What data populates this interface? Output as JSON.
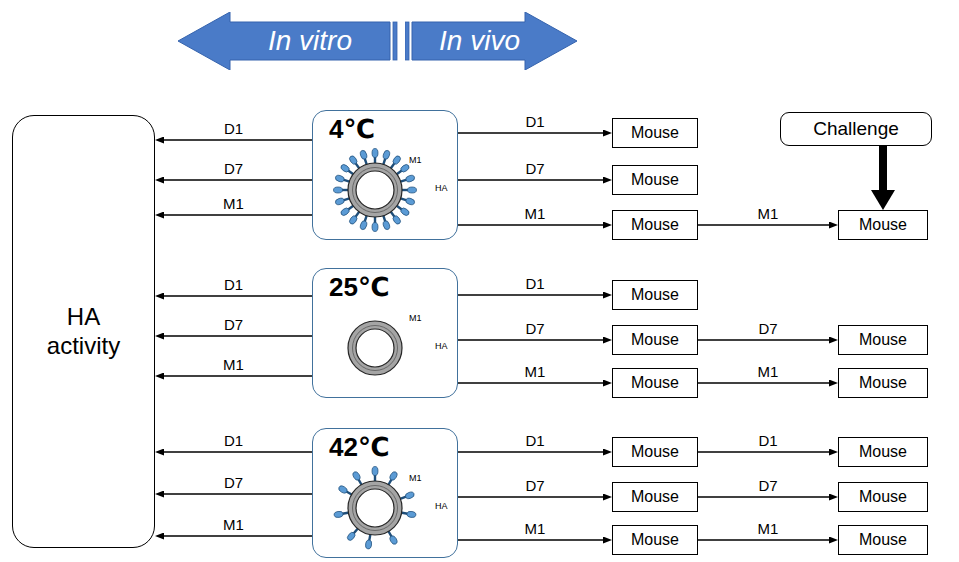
{
  "diagram": {
    "nodes": [
      {
        "text": [
          "In vitro"
        ]
      },
      {
        "text": [
          "In vivo"
        ]
      },
      {
        "text": [
          "HA activity"
        ]
      },
      {
        "text": [
          "4℃",
          "M1",
          "HA"
        ]
      },
      {
        "text": [
          "Mouse"
        ]
      },
      {
        "text": [
          "Mouse"
        ]
      },
      {
        "text": [
          "Mouse"
        ]
      },
      {
        "text": [
          "Challenge"
        ]
      },
      {
        "text": [
          "Mouse"
        ]
      },
      {
        "text": [
          "25℃",
          "M1",
          "HA"
        ]
      },
      {
        "text": [
          "Mouse"
        ]
      },
      {
        "text": [
          "Mouse"
        ]
      },
      {
        "text": [
          "Mouse"
        ]
      },
      {
        "text": [
          "Mouse"
        ]
      },
      {
        "text": [
          "Mouse"
        ]
      },
      {
        "text": [
          "42℃",
          "M1",
          "HA"
        ]
      },
      {
        "text": [
          "Mouse"
        ]
      },
      {
        "text": [
          "Mouse"
        ]
      },
      {
        "text": [
          "Mouse"
        ]
      },
      {
        "text": [
          "Mouse"
        ]
      },
      {
        "text": [
          "Mouse"
        ]
      },
      {
        "text": [
          "Mouse"
        ]
      }
    ],
    "edges": [
      {
        "from": 3,
        "to": 2,
        "label": "D1",
        "arrow": "to"
      },
      {
        "from": 3,
        "to": 2,
        "label": "D7",
        "arrow": "to"
      },
      {
        "from": 3,
        "to": 2,
        "label": "M1",
        "arrow": "to"
      },
      {
        "from": 3,
        "to": 4,
        "label": "D1",
        "arrow": "to"
      },
      {
        "from": 3,
        "to": 5,
        "label": "D7",
        "arrow": "to"
      },
      {
        "from": 3,
        "to": 6,
        "label": "M1",
        "arrow": "to"
      },
      {
        "from": 6,
        "to": 8,
        "label": "M1",
        "arrow": "to"
      },
      {
        "from": 7,
        "to": 8,
        "arrow": "to"
      },
      {
        "from": 9,
        "to": 2,
        "label": "D1",
        "arrow": "to"
      },
      {
        "from": 9,
        "to": 2,
        "label": "D7",
        "arrow": "to"
      },
      {
        "from": 9,
        "to": 2,
        "label": "M1",
        "arrow": "to"
      },
      {
        "from": 9,
        "to": 10,
        "label": "D1",
        "arrow": "to"
      },
      {
        "from": 9,
        "to": 11,
        "label": "D7",
        "arrow": "to"
      },
      {
        "from": 9,
        "to": 13,
        "label": "M1",
        "arrow": "to"
      },
      {
        "from": 11,
        "to": 12,
        "label": "D7",
        "arrow": "to"
      },
      {
        "from": 13,
        "to": 14,
        "label": "M1",
        "arrow": "to"
      },
      {
        "from": 15,
        "to": 2,
        "label": "D1",
        "arrow": "to"
      },
      {
        "from": 15,
        "to": 2,
        "label": "D7",
        "arrow": "to"
      },
      {
        "from": 15,
        "to": 2,
        "label": "M1",
        "arrow": "to"
      },
      {
        "from": 15,
        "to": 16,
        "label": "D1",
        "arrow": "to"
      },
      {
        "from": 15,
        "to": 18,
        "label": "D7",
        "arrow": "to"
      },
      {
        "from": 15,
        "to": 20,
        "label": "M1",
        "arrow": "to"
      },
      {
        "from": 16,
        "to": 17,
        "label": "D1",
        "arrow": "to"
      },
      {
        "from": 18,
        "to": 19,
        "label": "D7",
        "arrow": "to"
      },
      {
        "from": 20,
        "to": 21,
        "label": "M1",
        "arrow": "to"
      }
    ]
  }
}
